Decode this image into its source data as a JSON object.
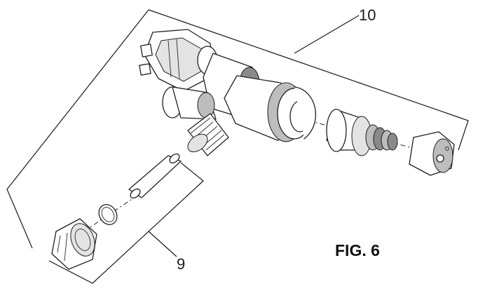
{
  "figure": {
    "title": "FIG. 6",
    "reference_numerals": [
      "10",
      "9"
    ]
  },
  "colors": {
    "line": "#1f1f1f",
    "shade": "#bdbdbd",
    "background": "#ffffff"
  }
}
